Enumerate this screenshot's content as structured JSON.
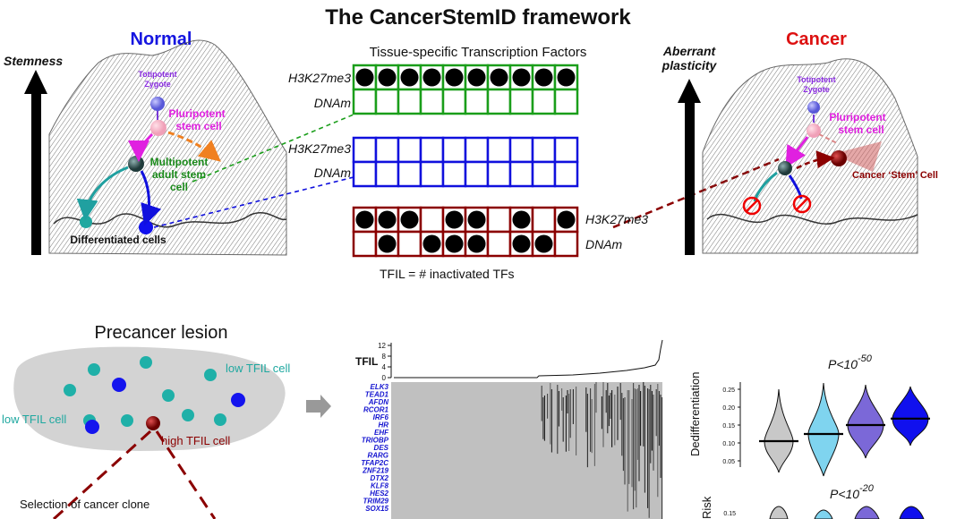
{
  "title": "The CancerStemID framework",
  "normal": {
    "heading": "Normal",
    "axis_label": "Stemness",
    "totipotent": [
      "Totipotent",
      "Zygote"
    ],
    "pluripotent": [
      "Pluripotent",
      "stem cell"
    ],
    "multipotent": [
      "Multipotent",
      "adult stem",
      "cell"
    ],
    "differentiated": "Differentiated  cells"
  },
  "cancer": {
    "heading": "Cancer",
    "axis_label": [
      "Aberrant",
      "plasticity"
    ],
    "totipotent": [
      "Totipotent",
      "Zygote"
    ],
    "pluripotent": [
      "Pluripotent",
      "stem cell"
    ],
    "csc": "Cancer ‘Stem’ Cell"
  },
  "tf_panel": {
    "header": "Tissue-specific Transcription Factors",
    "row_labels": {
      "h3": "H3K27me3",
      "dnam": "DNAm"
    },
    "green": {
      "color": "#1a9e1a",
      "h3": [
        1,
        1,
        1,
        1,
        1,
        1,
        1,
        1,
        1,
        1
      ],
      "dnam": [
        0,
        0,
        0,
        0,
        0,
        0,
        0,
        0,
        0,
        0
      ]
    },
    "blue": {
      "color": "#1010dd",
      "h3": [
        0,
        0,
        0,
        0,
        0,
        0,
        0,
        0,
        0,
        0
      ],
      "dnam": [
        0,
        0,
        0,
        0,
        0,
        0,
        0,
        0,
        0,
        0
      ]
    },
    "red": {
      "color": "#8b0000",
      "h3": [
        1,
        1,
        1,
        0,
        1,
        1,
        0,
        1,
        0,
        1
      ],
      "dnam": [
        0,
        1,
        0,
        1,
        1,
        1,
        0,
        1,
        1,
        0
      ]
    },
    "tfil_def": "TFIL = # inactivated TFs"
  },
  "precancer": {
    "heading": "Precancer lesion",
    "low1": "low TFIL cell",
    "low2": "low TFIL cell",
    "high": "high TFIL cell",
    "selection": "Selection of cancer clone"
  },
  "heatmap": {
    "tfil_label": "TFIL",
    "ticks": [
      "12",
      "8",
      "4",
      "0"
    ],
    "genes": [
      "ELK3",
      "TEAD1",
      "AFDN",
      "RCOR1",
      "IRF6",
      "HR",
      "EHF",
      "TRIOBP",
      "DES",
      "RARG",
      "TFAP2C",
      "ZNF219",
      "DTX2",
      "KLF8",
      "HES2",
      "TRIM29",
      "SOX15"
    ]
  },
  "violin": {
    "pval1": "P<10",
    "exp1": "-50",
    "ylabel1": "Dedifferentiation",
    "yticks1": [
      "0.25",
      "0.20",
      "0.15",
      "0.10",
      "0.05"
    ],
    "pval2": "P<10",
    "exp2": "-20",
    "ylabel2": "Risk",
    "yticks2": [
      "0.15"
    ],
    "colors": [
      "#c8c8c8",
      "#7fd4ef",
      "#7b68d8",
      "#1010ee"
    ],
    "medians": [
      0.105,
      0.125,
      0.15,
      0.168
    ]
  }
}
